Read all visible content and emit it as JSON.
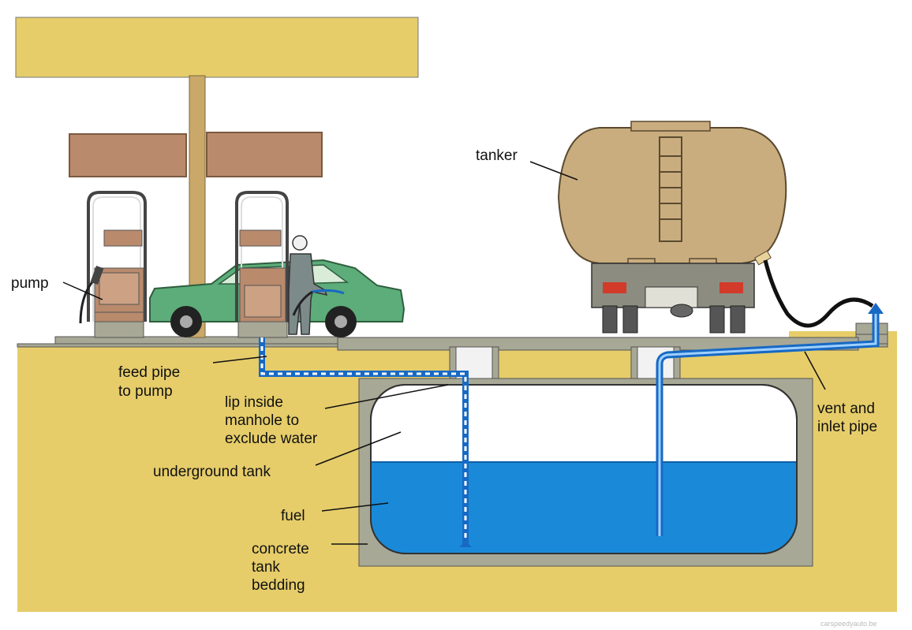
{
  "labels": {
    "tanker": "tanker",
    "pump": "pump",
    "feed_pipe_1": "feed pipe",
    "feed_pipe_2": "to pump",
    "lip_1": "lip inside",
    "lip_2": "manhole to",
    "lip_3": "exclude water",
    "vent_1": "vent and",
    "vent_2": "inlet pipe",
    "underground_tank": "underground tank",
    "fuel": "fuel",
    "bedding_1": "concrete",
    "bedding_2": "tank",
    "bedding_3": "bedding"
  },
  "watermark": "carspeedyauto.be",
  "colors": {
    "ground": "#e6cd6a",
    "concrete": "#a8a896",
    "fuel": "#1a8ad8",
    "tanker": "#c9ad7e",
    "car": "#5cad7a",
    "sign": "#b98a6c",
    "pipe": "#1769c4"
  }
}
